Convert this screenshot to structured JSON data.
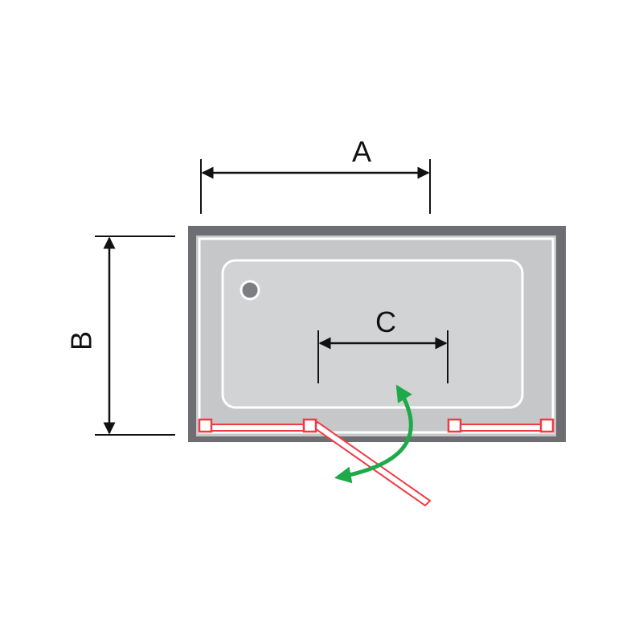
{
  "diagram": {
    "labels": {
      "width": "A",
      "depth": "B",
      "door_opening": "C"
    },
    "colors": {
      "background": "#ffffff",
      "wall": "#6d6e71",
      "tray": "#c6c7c8",
      "basin": "#d2d3d4",
      "tray_outline": "#ffffff",
      "drain": "#7d7e81",
      "glass_frame": "#ef3b43",
      "glass_fill": "#ffffff",
      "swing_arrow": "#1faa4a",
      "dimension_line": "#111111"
    },
    "icons": {
      "drain": "drain-icon",
      "swing": "swing-arrow-icon"
    }
  }
}
